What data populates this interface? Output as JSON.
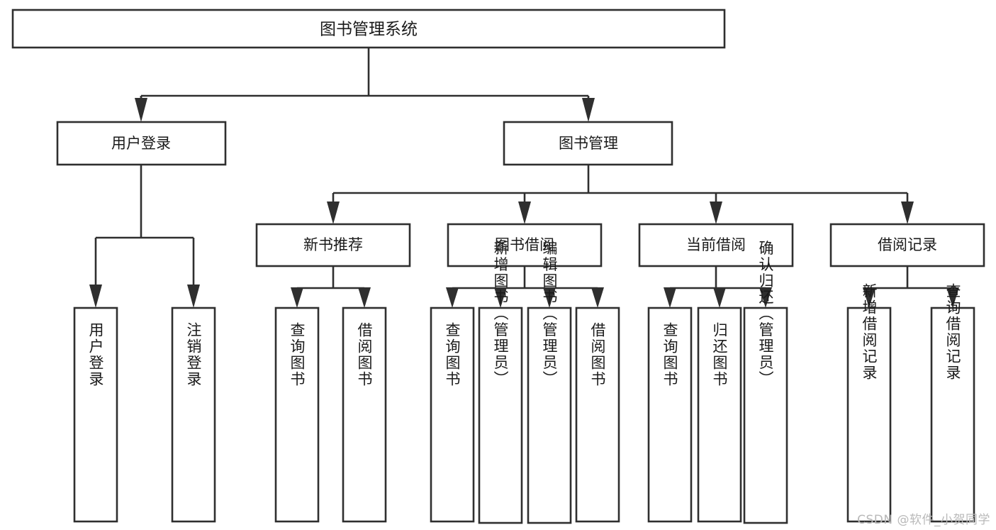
{
  "diagram": {
    "title": "图书管理系统",
    "type": "tree-hierarchy-diagram",
    "colors": {
      "box_stroke": "#2f2f2f",
      "box_fill": "#ffffff",
      "text": "#1a1a1a",
      "background": "#ffffff",
      "watermark": "#b9b9b9"
    },
    "root": {
      "label": "图书管理系统"
    },
    "level2": [
      {
        "label": "用户登录"
      },
      {
        "label": "图书管理"
      }
    ],
    "level3": [
      {
        "label": "新书推荐"
      },
      {
        "label": "图书借阅"
      },
      {
        "label": "当前借阅"
      },
      {
        "label": "借阅记录"
      }
    ],
    "leaves": {
      "user_login": [
        {
          "label": "用户登录"
        },
        {
          "label": "注销登录"
        }
      ],
      "new_book_recommend": [
        {
          "label": "查询图书"
        },
        {
          "label": "借阅图书"
        }
      ],
      "book_borrow": [
        {
          "label": "查询图书"
        },
        {
          "label": "新增图书（管理员）"
        },
        {
          "label": "编辑图书（管理员）"
        },
        {
          "label": "借阅图书"
        }
      ],
      "current_borrow": [
        {
          "label": "查询图书"
        },
        {
          "label": "归还图书"
        },
        {
          "label": "确认归还（管理员）"
        }
      ],
      "borrow_record": [
        {
          "label": "新增借阅记录"
        },
        {
          "label": "查询借阅记录"
        }
      ]
    }
  },
  "watermark": {
    "text": "CSDN @软件_小贺同学"
  }
}
